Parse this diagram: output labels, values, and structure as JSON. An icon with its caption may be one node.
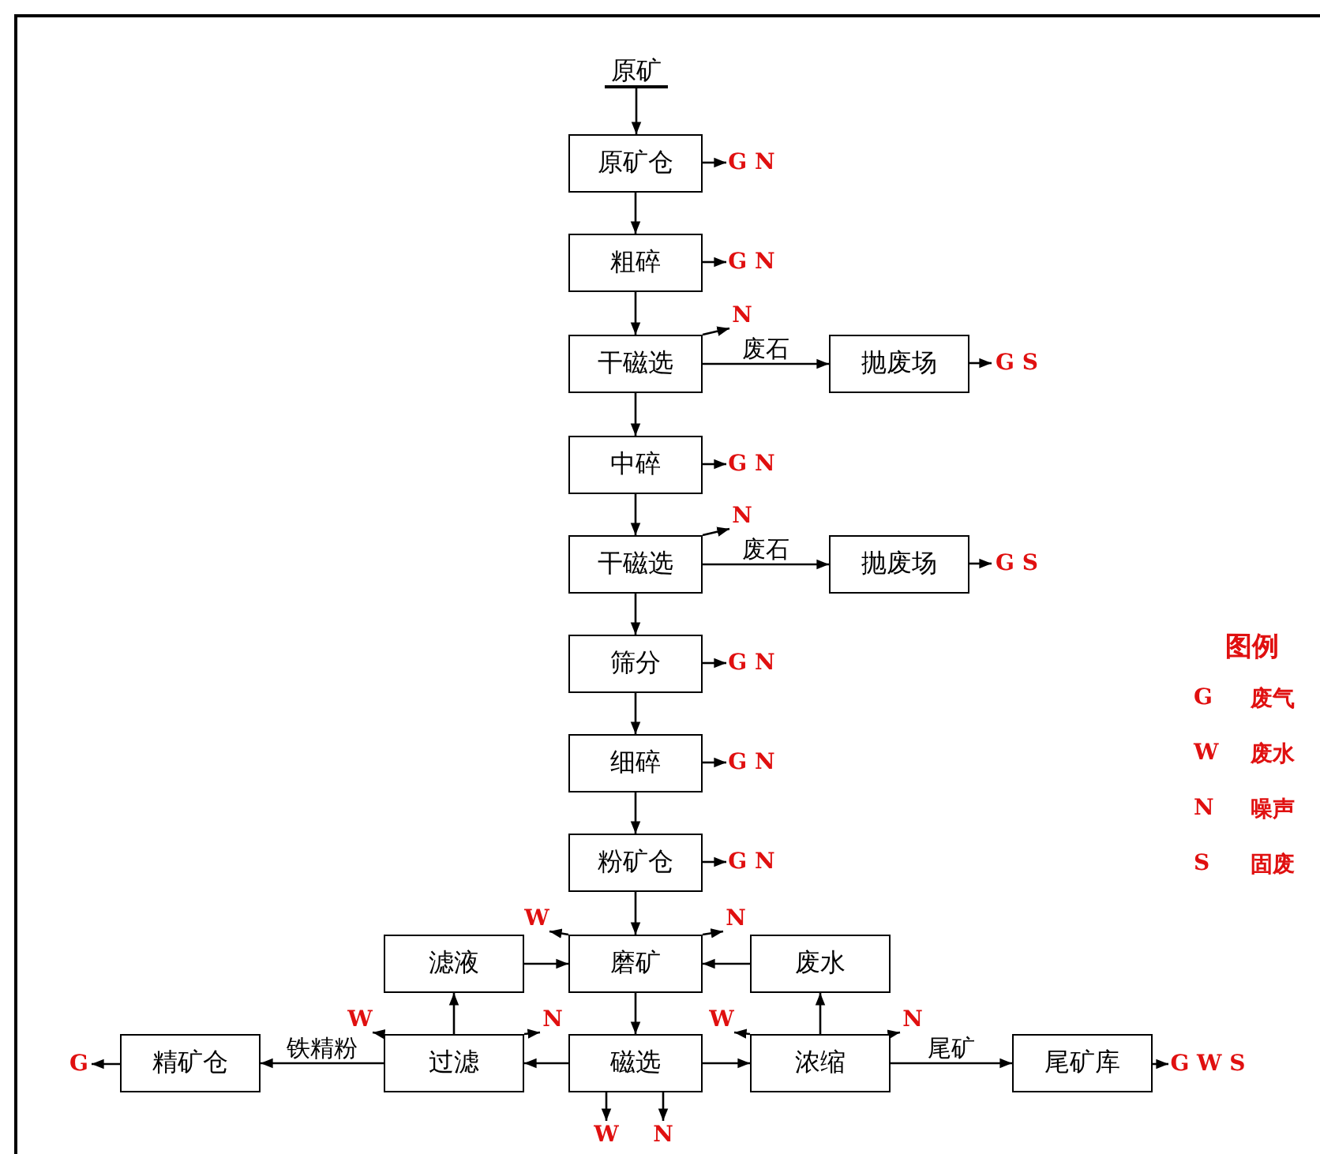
{
  "diagram": {
    "nodes": [
      {
        "text": [
          "原矿"
        ]
      },
      {
        "text": [
          "原矿仓"
        ]
      },
      {
        "text": [
          "G N"
        ]
      },
      {
        "text": [
          "粗碎"
        ]
      },
      {
        "text": [
          "G N"
        ]
      },
      {
        "text": [
          "干磁选"
        ]
      },
      {
        "text": [
          "N"
        ]
      },
      {
        "text": [
          "抛废场"
        ]
      },
      {
        "text": [
          "G S"
        ]
      },
      {
        "text": [
          "中碎"
        ]
      },
      {
        "text": [
          "G N"
        ]
      },
      {
        "text": [
          "干磁选"
        ]
      },
      {
        "text": [
          "N"
        ]
      },
      {
        "text": [
          "抛废场"
        ]
      },
      {
        "text": [
          "G S"
        ]
      },
      {
        "text": [
          "筛分"
        ]
      },
      {
        "text": [
          "G N"
        ]
      },
      {
        "text": [
          "细碎"
        ]
      },
      {
        "text": [
          "G N"
        ]
      },
      {
        "text": [
          "粉矿仓"
        ]
      },
      {
        "text": [
          "G N"
        ]
      },
      {
        "text": [
          "W"
        ]
      },
      {
        "text": [
          "滤液"
        ]
      },
      {
        "text": [
          "磨矿"
        ]
      },
      {
        "text": [
          "N"
        ]
      },
      {
        "text": [
          "废水"
        ]
      },
      {
        "text": [
          "G"
        ]
      },
      {
        "text": [
          "精矿仓"
        ]
      },
      {
        "text": [
          "W"
        ]
      },
      {
        "text": [
          "过滤"
        ]
      },
      {
        "text": [
          "N"
        ]
      },
      {
        "text": [
          "磁选"
        ]
      },
      {
        "text": [
          "W"
        ]
      },
      {
        "text": [
          "浓缩"
        ]
      },
      {
        "text": [
          "N"
        ]
      },
      {
        "text": [
          "尾矿库"
        ]
      },
      {
        "text": [
          "G W S"
        ]
      },
      {
        "text": [
          "W"
        ]
      },
      {
        "text": [
          "N"
        ]
      }
    ],
    "edges": [
      {
        "from": 0,
        "to": 1,
        "arrow": "to"
      },
      {
        "from": 1,
        "to": 2,
        "arrow": "to"
      },
      {
        "from": 1,
        "to": 3,
        "arrow": "to"
      },
      {
        "from": 3,
        "to": 4,
        "arrow": "to"
      },
      {
        "from": 3,
        "to": 5,
        "arrow": "to"
      },
      {
        "from": 5,
        "to": 6,
        "arrow": "to"
      },
      {
        "from": 5,
        "to": 7,
        "arrow": "to",
        "label": "废石"
      },
      {
        "from": 7,
        "to": 8,
        "arrow": "to"
      },
      {
        "from": 5,
        "to": 9,
        "arrow": "to"
      },
      {
        "from": 9,
        "to": 10,
        "arrow": "to"
      },
      {
        "from": 9,
        "to": 11,
        "arrow": "to"
      },
      {
        "from": 11,
        "to": 12,
        "arrow": "to"
      },
      {
        "from": 11,
        "to": 13,
        "arrow": "to",
        "label": "废石"
      },
      {
        "from": 13,
        "to": 14,
        "arrow": "to"
      },
      {
        "from": 11,
        "to": 15,
        "arrow": "to"
      },
      {
        "from": 15,
        "to": 16,
        "arrow": "to"
      },
      {
        "from": 15,
        "to": 17,
        "arrow": "to"
      },
      {
        "from": 17,
        "to": 18,
        "arrow": "to"
      },
      {
        "from": 17,
        "to": 19,
        "arrow": "to"
      },
      {
        "from": 19,
        "to": 20,
        "arrow": "to"
      },
      {
        "from": 19,
        "to": 23,
        "arrow": "to"
      },
      {
        "from": 23,
        "to": 21,
        "arrow": "to"
      },
      {
        "from": 23,
        "to": 24,
        "arrow": "to"
      },
      {
        "from": 22,
        "to": 23,
        "arrow": "to"
      },
      {
        "from": 25,
        "to": 23,
        "arrow": "to"
      },
      {
        "from": 23,
        "to": 31,
        "arrow": "to"
      },
      {
        "from": 31,
        "to": 29,
        "arrow": "to"
      },
      {
        "from": 29,
        "to": 22,
        "arrow": "to"
      },
      {
        "from": 29,
        "to": 27,
        "arrow": "to",
        "label": "铁精粉"
      },
      {
        "from": 27,
        "to": 26,
        "arrow": "to"
      },
      {
        "from": 29,
        "to": 28,
        "arrow": "to"
      },
      {
        "from": 29,
        "to": 30,
        "arrow": "to"
      },
      {
        "from": 31,
        "to": 33,
        "arrow": "to"
      },
      {
        "from": 33,
        "to": 25,
        "arrow": "to"
      },
      {
        "from": 33,
        "to": 32,
        "arrow": "to"
      },
      {
        "from": 33,
        "to": 34,
        "arrow": "to"
      },
      {
        "from": 33,
        "to": 35,
        "arrow": "to",
        "label": "尾矿"
      },
      {
        "from": 35,
        "to": 36,
        "arrow": "to"
      },
      {
        "from": 31,
        "to": 37,
        "arrow": "to"
      },
      {
        "from": 31,
        "to": 38,
        "arrow": "to"
      }
    ],
    "labels": [
      "图例",
      "G",
      "W",
      "N",
      "S"
    ],
    "legend": [
      {
        "text": "废气"
      },
      {
        "text": "废水"
      },
      {
        "text": "噪声"
      },
      {
        "text": "固废"
      }
    ]
  }
}
